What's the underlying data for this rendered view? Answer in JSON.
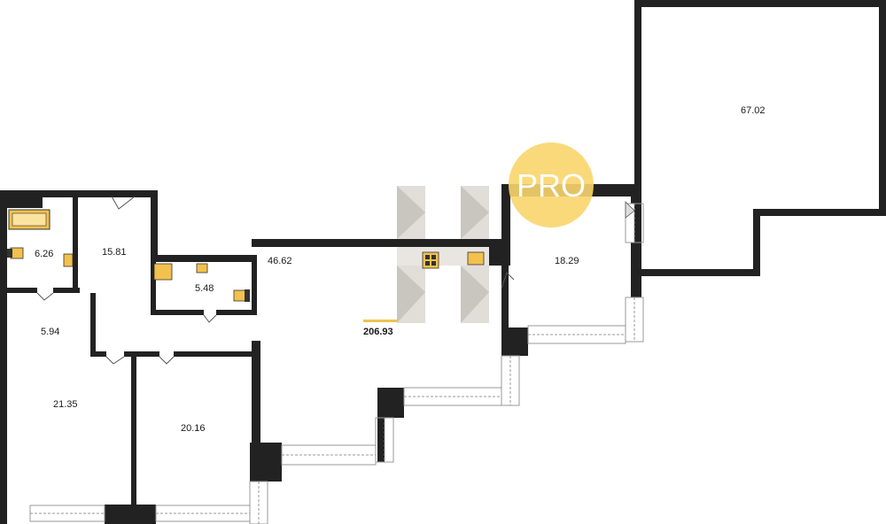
{
  "plan": {
    "rooms": [
      {
        "id": "terrace",
        "area": "67.02"
      },
      {
        "id": "bedroom-east",
        "area": "18.29"
      },
      {
        "id": "living",
        "area": "46.62"
      },
      {
        "id": "bedroom-north",
        "area": "15.81"
      },
      {
        "id": "bathroom",
        "area": "6.26"
      },
      {
        "id": "wc",
        "area": "5.48"
      },
      {
        "id": "dressing",
        "area": "5.94"
      },
      {
        "id": "bedroom-sw",
        "area": "21.35"
      },
      {
        "id": "bedroom-s",
        "area": "20.16"
      }
    ],
    "total_area": "206.93",
    "badge": "PRO"
  },
  "colors": {
    "wall": "#222222",
    "fixture": "#f2c14e",
    "badge": "#f8d56b",
    "window": "#bbbbbb",
    "watermark": "#b9b4ac"
  }
}
